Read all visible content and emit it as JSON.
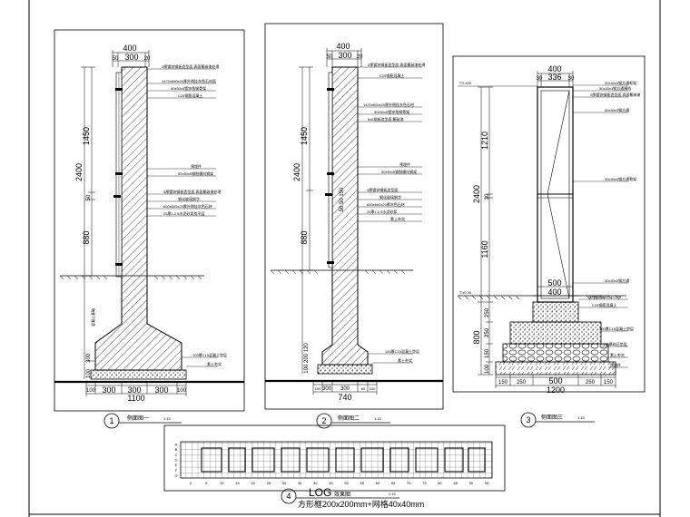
{
  "sheet": {
    "border_color": "#000000"
  },
  "panel1": {
    "caption_no": "1",
    "caption": "侧面图一",
    "scale": "1:15",
    "dims_top": [
      "400",
      "50",
      "300",
      "20"
    ],
    "dims_left": [
      "1450",
      "2400",
      "50",
      "880",
      "300",
      "100"
    ],
    "dims_bottom": [
      "100",
      "300",
      "300",
      "300",
      "100"
    ],
    "dim_total": "1100",
    "notes": [
      "2厚镀锌钢板造型面,表面氟碳漆处理",
      "1470x600x20厚外侧挂灰色石材面",
      "50x50x5镀锌角钢骨架",
      "C25钢筋混凝土",
      "预埋件",
      "50x50x5钢制横向钢架",
      "3厚镀锌钢板造型面,表面氟碳漆处理",
      "钢化玻璃钢字",
      "600x600x20厚外侧挂灰色石材",
      "25厚1:2.5水泥砂浆找平层",
      "100厚C15混凝土垫层",
      "素土夯实"
    ],
    "side_label": "混凝土基础"
  },
  "panel2": {
    "caption_no": "2",
    "caption": "侧面图二",
    "scale": "1:15",
    "dims_top": [
      "400",
      "50",
      "300",
      "20"
    ],
    "dims_left": [
      "1450",
      "2400",
      "50 50 150",
      "880",
      "100 200 120"
    ],
    "dims_bottom": [
      "100",
      "300",
      "300",
      "60",
      "100"
    ],
    "dim_total": "740",
    "notes": [
      "2厚镀锌钢板造型面,表面氟碳漆处理",
      "C25钢筋混凝土",
      "1470x600x20厚外侧挂灰色石材",
      "50x50x5镀锌角钢骨架",
      "6x6钢板造型面,氟碳漆",
      "预埋件",
      "50x50x5钢制横向钢架",
      "3厚镀锌钢板造型面",
      "钢化玻璃钢字",
      "600x600x20厚灰色石材",
      "25厚1:2.5水泥砂浆",
      "素土夯实",
      "100厚C15混凝土垫层",
      "素土夯实"
    ]
  },
  "panel3": {
    "caption_no": "3",
    "caption": "侧面图三",
    "scale": "1:15",
    "level_top": "▽2.400",
    "level_ground": "▽±0.00",
    "dims_top": [
      "400",
      "30",
      "336",
      "30"
    ],
    "dims_left": [
      "1210",
      "2400",
      "30",
      "1160",
      "250",
      "250",
      "800",
      "150",
      "100"
    ],
    "dims_inner": [
      "500",
      "400"
    ],
    "dims_bottom": [
      "150",
      "250",
      "500",
      "250",
      "150"
    ],
    "dim_total": "1200",
    "notes": [
      "30x30x3钢方通框架",
      "30x30x3钢方通横档",
      "2厚镀锌钢板造型面,表面氟碳漆",
      "30x30x3钢方通",
      "30x30x3钢方通骨架",
      "30x30x3钢方通",
      "预埋钢板M20 L=200",
      "C25钢筋混凝土",
      "100厚C15混凝土垫层",
      "150厚碎石垫层",
      "素土夯实",
      "预埋件"
    ]
  },
  "panel4": {
    "caption_no": "4",
    "caption": "LOG",
    "caption_suffix": "效果图",
    "scale": "1:15",
    "subtitle": "方形框200x200mm+网格40x40mm",
    "axis_ticks": [
      "0",
      "5",
      "10",
      "15",
      "20",
      "25",
      "30",
      "35",
      "40",
      "45",
      "50",
      "55",
      "60",
      "65",
      "70",
      "75",
      "80",
      "85",
      "90",
      "95"
    ],
    "row_labels": [
      "A",
      "B",
      "C",
      "D",
      "E",
      "F",
      "G"
    ]
  }
}
